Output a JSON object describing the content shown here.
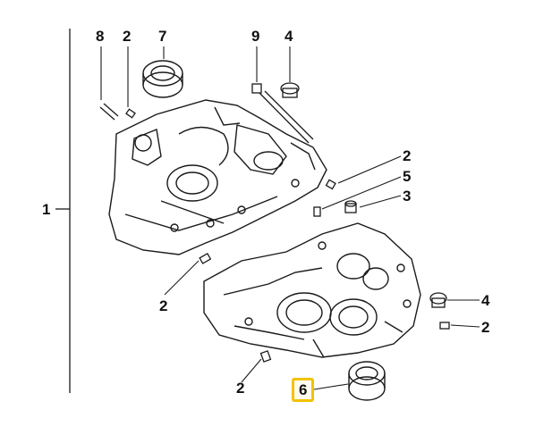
{
  "callouts": {
    "c1": "1",
    "c2_top": "2",
    "c2_right_upper": "2",
    "c2_left_lower": "2",
    "c2_right_lower": "2",
    "c2_bottom": "2",
    "c3": "3",
    "c4_top": "4",
    "c4_right": "4",
    "c5": "5",
    "c6": "6",
    "c7": "7",
    "c8": "8",
    "c9": "9"
  },
  "colors": {
    "line": "#1a1a1a",
    "highlight_border": "#f2c200"
  }
}
